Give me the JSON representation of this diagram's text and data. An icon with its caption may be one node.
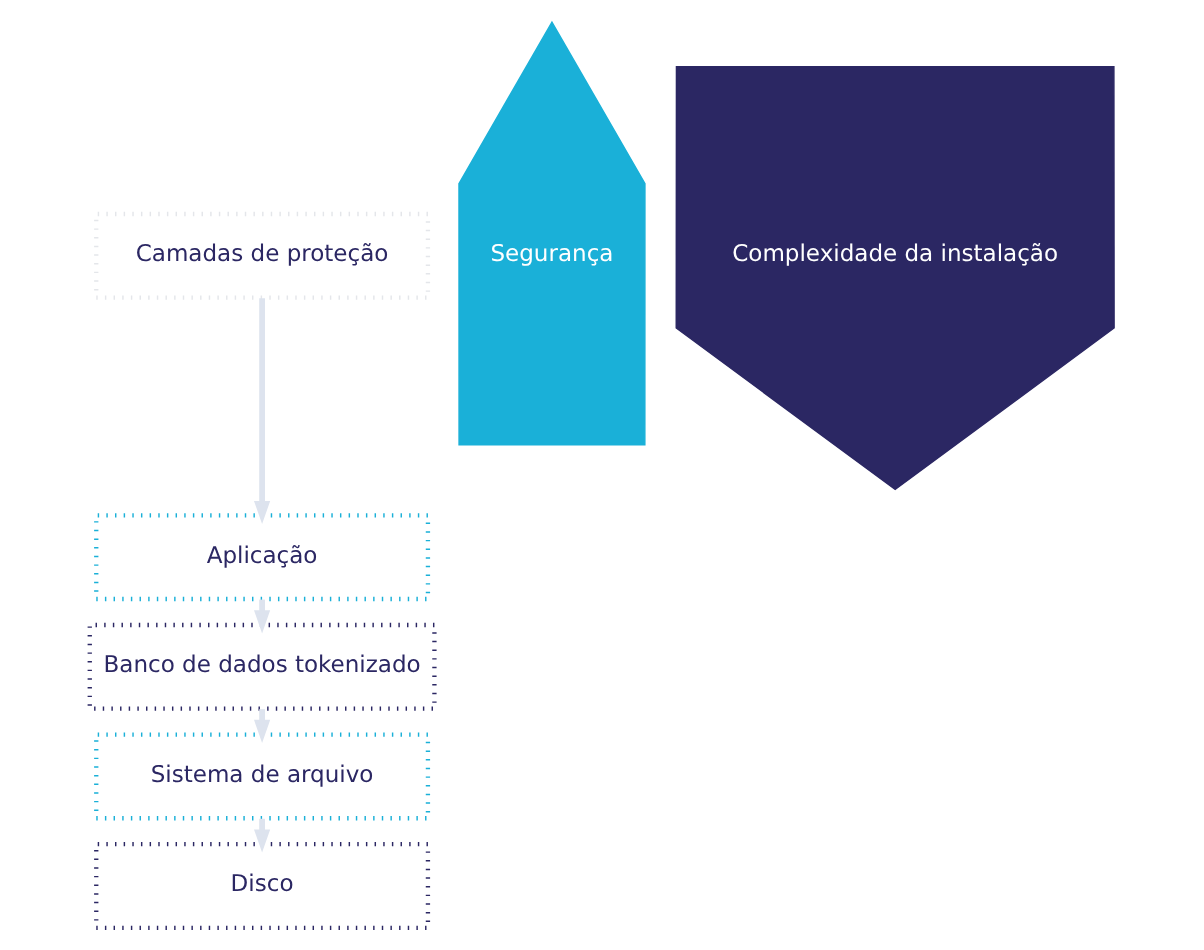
{
  "diagram": {
    "nodes": [
      {
        "text": [
          "Camadas de proteção"
        ]
      },
      {
        "text": [
          "Aplicação"
        ]
      },
      {
        "text": [
          "Banco de dados tokenizado"
        ]
      },
      {
        "text": [
          "Sistema de arquivo"
        ]
      },
      {
        "text": [
          "Disco"
        ]
      },
      {
        "text": [
          "Segurança"
        ]
      },
      {
        "text": [
          "Complexidade da instalação"
        ]
      }
    ],
    "edges": [
      {
        "from": 0,
        "to": 1,
        "arrow": "to"
      },
      {
        "from": 1,
        "to": 2,
        "arrow": "to"
      },
      {
        "from": 2,
        "to": 3,
        "arrow": "to"
      },
      {
        "from": 3,
        "to": 4,
        "arrow": "to"
      }
    ]
  }
}
